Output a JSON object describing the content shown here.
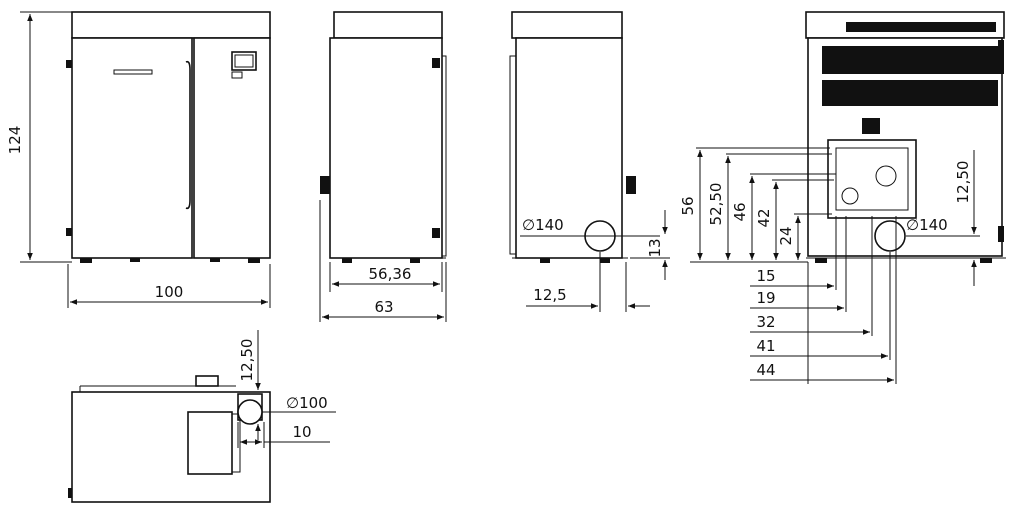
{
  "drawing": {
    "front_view": {
      "height": "124",
      "width": "100"
    },
    "side_view": {
      "depth_body": "56,36",
      "depth_total": "63"
    },
    "rear_view": {
      "pipe_diameter": "∅140",
      "pipe_height": "13",
      "pipe_offset": "12,5"
    },
    "back_view": {
      "vertical_dims": [
        "56",
        "52,50",
        "46",
        "42",
        "24"
      ],
      "right_dim": "12,50",
      "pipe_diameter": "∅140",
      "horizontal_dims": [
        "15",
        "19",
        "32",
        "41",
        "44"
      ]
    },
    "top_view": {
      "vertical_dim": "12,50",
      "pipe_diameter": "∅100",
      "offset": "10"
    }
  }
}
